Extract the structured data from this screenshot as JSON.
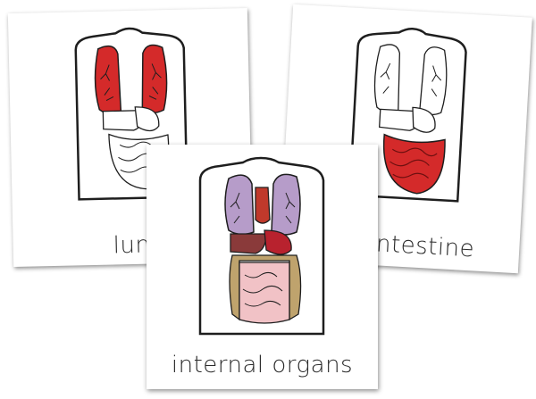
{
  "cards": {
    "left": {
      "label": "lungs"
    },
    "right": {
      "label": "intestine"
    },
    "front": {
      "label": "internal organs"
    }
  },
  "colors": {
    "lungs_highlight": "#d42a2a",
    "intestine_highlight": "#d42a2a",
    "lungs_front": "#b69cc9",
    "liver": "#8a3a3a",
    "stomach": "#b8222e",
    "heart": "#c0392b",
    "small_intestine": "#f1c2c6",
    "large_intestine": "#bfa36d",
    "outline": "#1e1e1e"
  }
}
